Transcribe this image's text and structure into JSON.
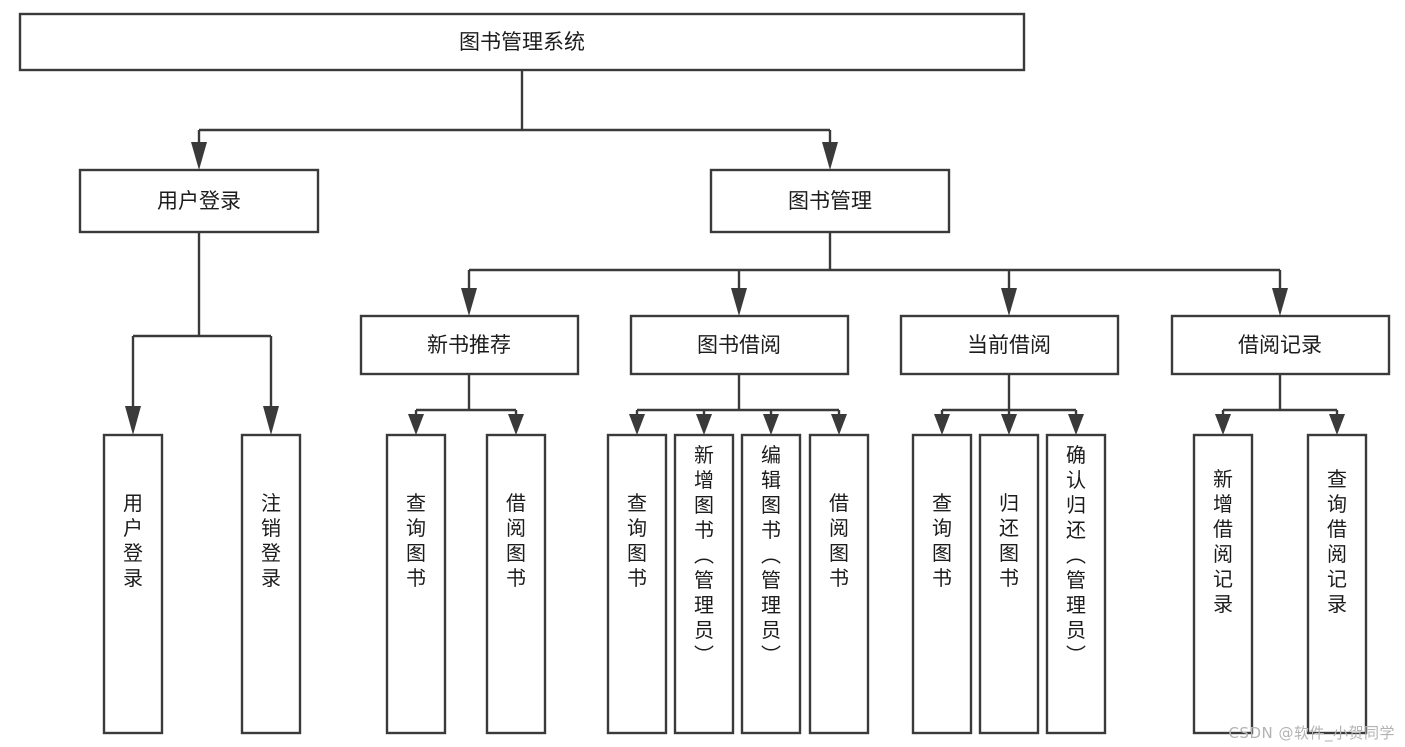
{
  "diagram": {
    "type": "tree-hierarchy",
    "title": "图书管理系统",
    "watermark": "CSDN @软件_小贺同学",
    "colors": {
      "stroke": "#3a3a3a",
      "box_fill": "#ffffff",
      "text": "#1c1c1c",
      "background": "#ffffff",
      "watermark": "#b3b3b3"
    },
    "levels": {
      "root": {
        "label": "图书管理系统"
      },
      "level2": [
        {
          "id": "user-login",
          "label": "用户登录"
        },
        {
          "id": "book-management",
          "label": "图书管理"
        }
      ],
      "level3": [
        {
          "id": "new-book-recommend",
          "label": "新书推荐",
          "parent": "book-management"
        },
        {
          "id": "book-borrow",
          "label": "图书借阅",
          "parent": "book-management"
        },
        {
          "id": "current-borrow",
          "label": "当前借阅",
          "parent": "book-management"
        },
        {
          "id": "borrow-record",
          "label": "借阅记录",
          "parent": "book-management"
        }
      ],
      "leaves": [
        {
          "id": "leaf-user-login",
          "label": "用户登录",
          "parent": "user-login"
        },
        {
          "id": "leaf-logout-login",
          "label": "注销登录",
          "parent": "user-login"
        },
        {
          "id": "leaf-query-book-1",
          "label": "查询图书",
          "parent": "new-book-recommend"
        },
        {
          "id": "leaf-borrow-book-1",
          "label": "借阅图书",
          "parent": "new-book-recommend"
        },
        {
          "id": "leaf-query-book-2",
          "label": "查询图书",
          "parent": "book-borrow"
        },
        {
          "id": "leaf-add-book",
          "label": "新增图书（管理员）",
          "parent": "book-borrow"
        },
        {
          "id": "leaf-edit-book",
          "label": "编辑图书（管理员）",
          "parent": "book-borrow"
        },
        {
          "id": "leaf-borrow-book-2",
          "label": "借阅图书",
          "parent": "book-borrow"
        },
        {
          "id": "leaf-query-book-3",
          "label": "查询图书",
          "parent": "current-borrow"
        },
        {
          "id": "leaf-return-book",
          "label": "归还图书",
          "parent": "current-borrow"
        },
        {
          "id": "leaf-confirm-return",
          "label": "确认归还（管理员）",
          "parent": "current-borrow"
        },
        {
          "id": "leaf-add-record",
          "label": "新增借阅记录",
          "parent": "borrow-record"
        },
        {
          "id": "leaf-query-record",
          "label": "查询借阅记录",
          "parent": "borrow-record"
        }
      ]
    }
  }
}
